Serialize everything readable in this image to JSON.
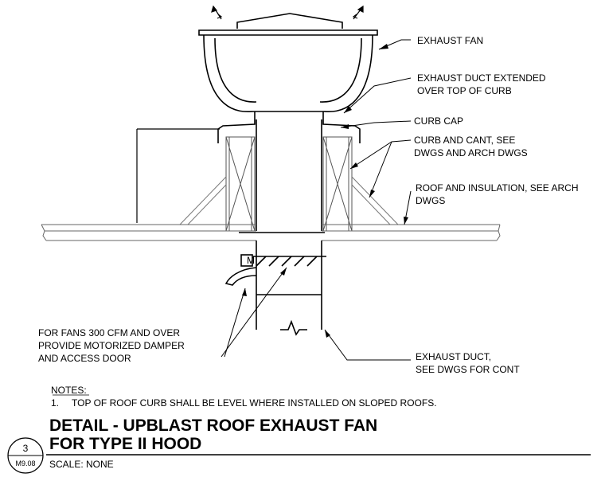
{
  "callouts": {
    "exhaust_fan": "EXHAUST FAN",
    "duct_extended_1": "EXHAUST DUCT EXTENDED",
    "duct_extended_2": "OVER TOP OF CURB",
    "curb_cap": "CURB CAP",
    "curb_cant_1": "CURB AND CANT, SEE",
    "curb_cant_2": "DWGS AND ARCH DWGS",
    "roof_insulation_1": "ROOF AND INSULATION, SEE ARCH",
    "roof_insulation_2": "DWGS",
    "damper_1": "FOR FANS 300 CFM AND OVER",
    "damper_2": "PROVIDE MOTORIZED DAMPER",
    "damper_3": "AND ACCESS DOOR",
    "exhaust_duct_1": "EXHAUST DUCT,",
    "exhaust_duct_2": "SEE DWGS FOR CONT",
    "motor_tag": "M"
  },
  "notes": {
    "heading": "NOTES:",
    "item_1_number": "1.",
    "item_1_text": "TOP OF ROOF CURB SHALL BE LEVEL WHERE INSTALLED ON SLOPED ROOFS."
  },
  "title_block": {
    "title_line_1": "DETAIL - UPBLAST ROOF EXHAUST FAN",
    "title_line_2": "FOR TYPE II HOOD",
    "scale": "SCALE: NONE",
    "detail_number": "3",
    "sheet_ref": "M9.08"
  }
}
